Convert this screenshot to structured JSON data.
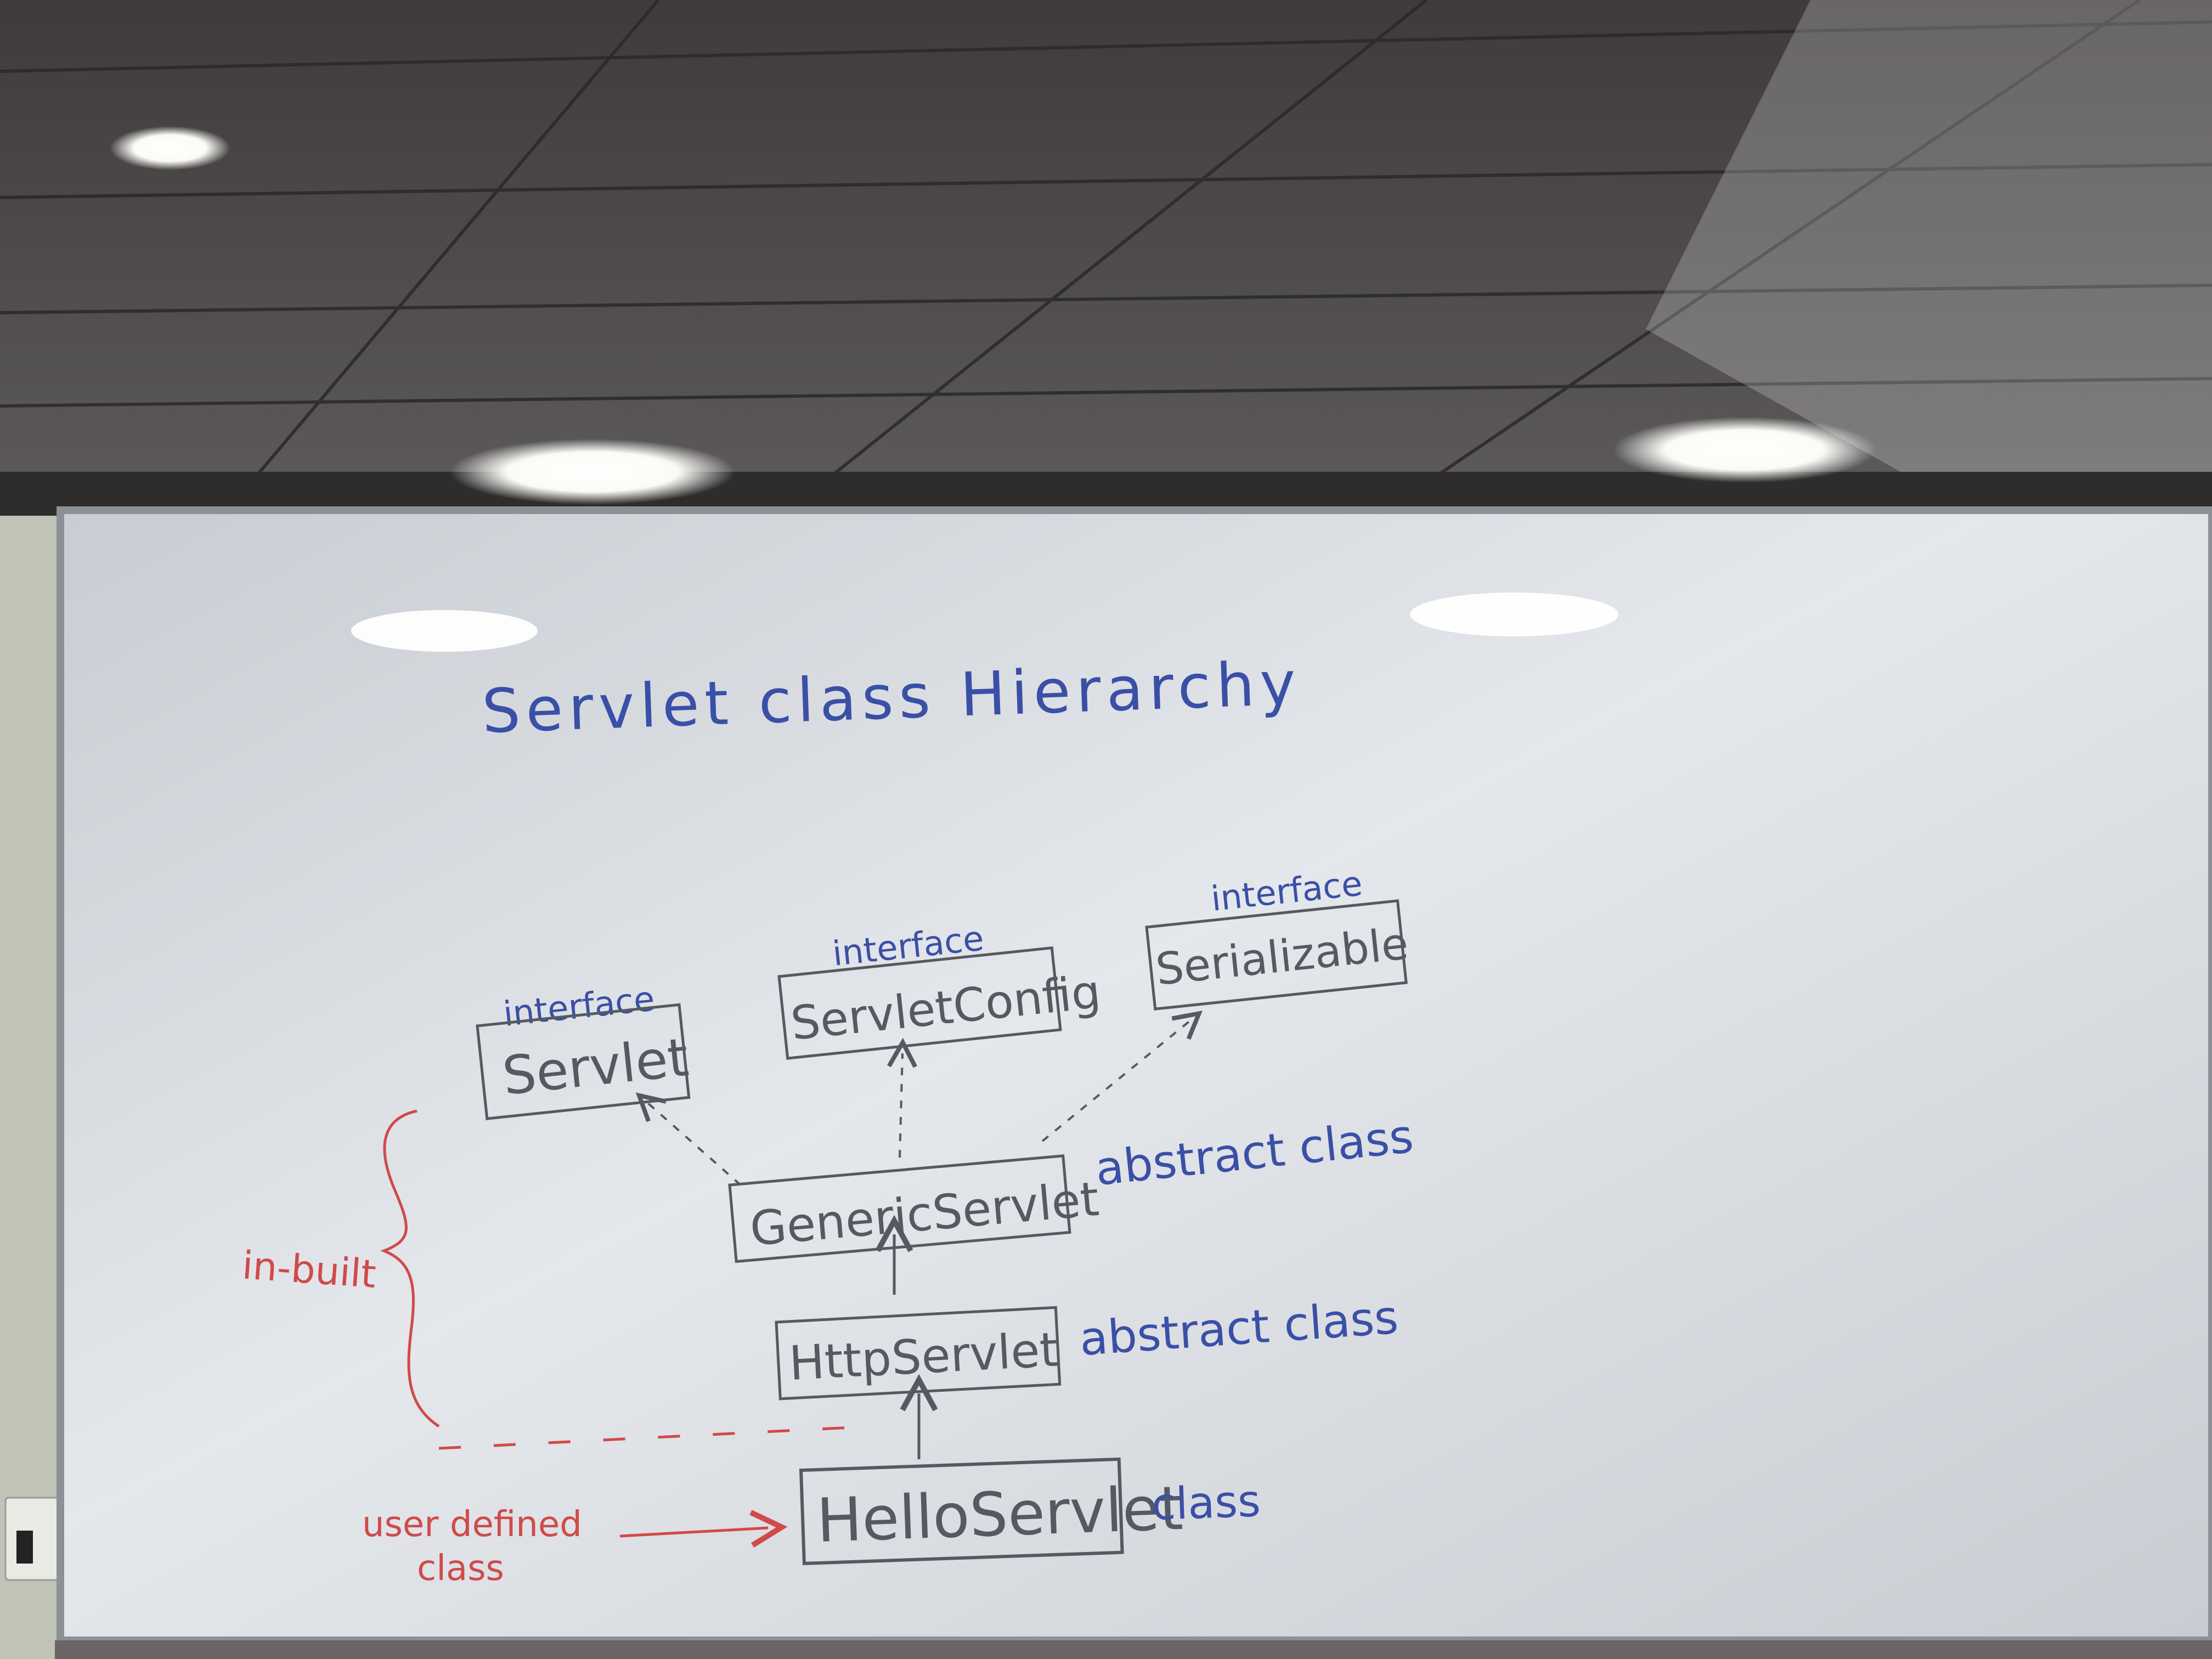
{
  "board": {
    "title": "Servlet class Hierarchy",
    "colors": {
      "blue_marker": "#3a4fa6",
      "gray_marker": "#555a60",
      "red_marker": "#d04a4a"
    },
    "nodes": [
      {
        "id": "servlet",
        "stereotype": "interface",
        "label": "Servlet",
        "kind": ""
      },
      {
        "id": "servletconfig",
        "stereotype": "interface",
        "label": "ServletConfig",
        "kind": ""
      },
      {
        "id": "serializable",
        "stereotype": "interface",
        "label": "Serializable",
        "kind": ""
      },
      {
        "id": "genericservlet",
        "stereotype": "",
        "label": "GenericServlet",
        "kind": "abstract class"
      },
      {
        "id": "httpservlet",
        "stereotype": "",
        "label": "HttpServlet",
        "kind": "abstract class"
      },
      {
        "id": "helloservlet",
        "stereotype": "",
        "label": "HelloServlet",
        "kind": "class"
      }
    ],
    "annotations": {
      "inbuilt": "in-built",
      "user_defined_line1": "user defined",
      "user_defined_line2": "class"
    }
  }
}
